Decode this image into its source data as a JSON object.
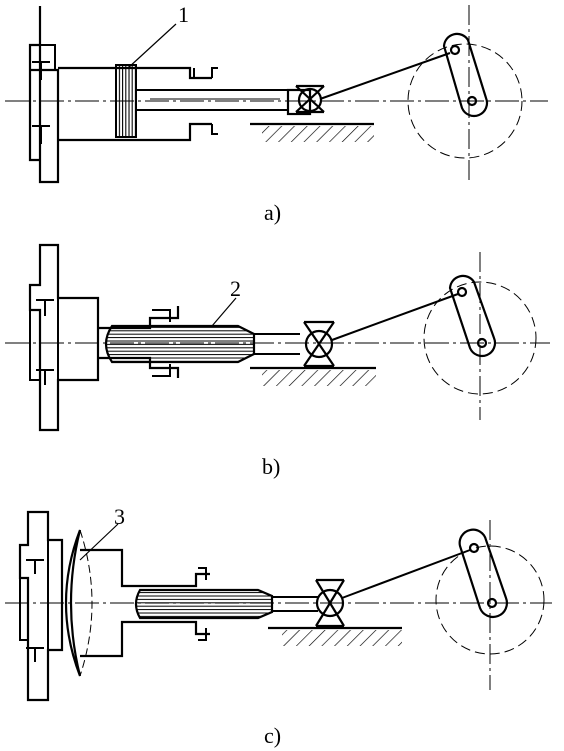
{
  "figure": {
    "panels": [
      {
        "label": "a)",
        "callout": "1"
      },
      {
        "label": "b)",
        "callout": "2"
      },
      {
        "label": "c)",
        "callout": "3"
      }
    ]
  },
  "colors": {
    "ink": "#000000",
    "paper": "#ffffff"
  }
}
